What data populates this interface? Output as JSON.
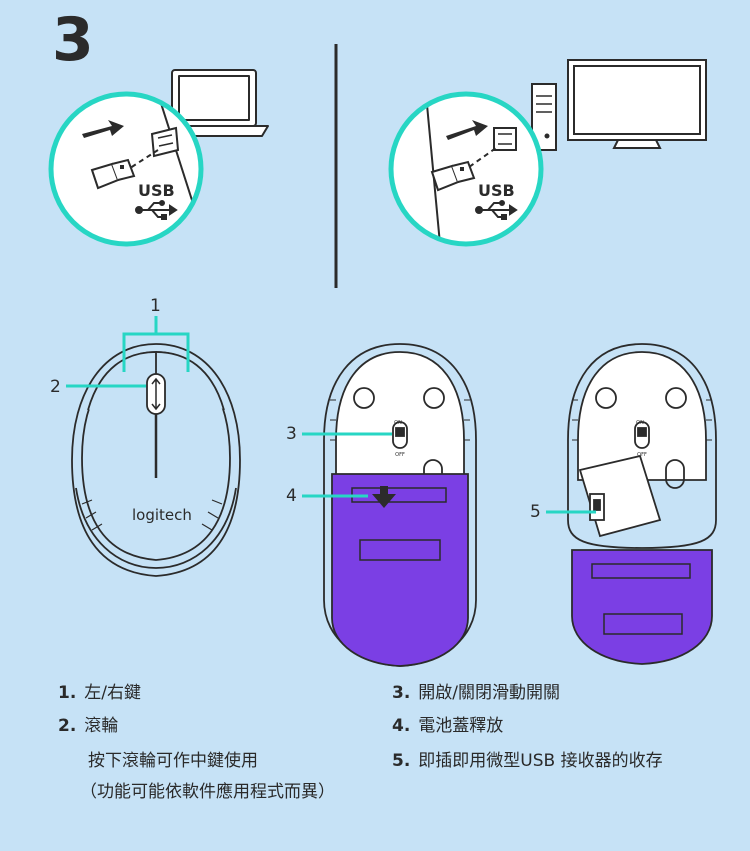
{
  "step": "3",
  "labels": {
    "usb_left": "USB",
    "usb_right": "USB",
    "callout_1": "1",
    "callout_2": "2",
    "callout_3": "3",
    "callout_4": "4",
    "callout_5": "5",
    "brand": "logitech",
    "switch_on_a": "ON",
    "switch_off_a": "OFF",
    "switch_on_b": "ON",
    "switch_off_b": "OFF"
  },
  "captions": {
    "c1": {
      "num": "1.",
      "text": "左/右鍵"
    },
    "c2": {
      "num": "2.",
      "text": "滾輪"
    },
    "c2_sub1": "按下滾輪可作中鍵使用",
    "c2_sub2": "（功能可能依軟件應用程式而異）",
    "c3": {
      "num": "3.",
      "text": "開啟/關閉滑動開關"
    },
    "c4": {
      "num": "4.",
      "text": "電池蓋釋放"
    },
    "c5": {
      "num": "5.",
      "text": "即插即用微型USB 接收器的收存"
    }
  },
  "colors": {
    "background": "#c6e2f6",
    "teal": "#27d6c4",
    "purple": "#7b3fe4",
    "line": "#2b2b2b"
  }
}
